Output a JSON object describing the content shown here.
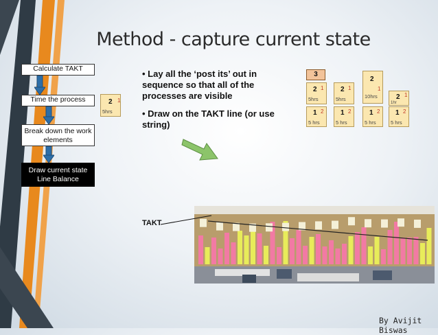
{
  "slide": {
    "title": "Method - capture current state",
    "byline": "By Avijit Biswas"
  },
  "process_steps": [
    {
      "label": "Calculate TAKT"
    },
    {
      "label": "Time the process"
    },
    {
      "label": "Break down the work elements"
    },
    {
      "label": "Draw current state Line Balance"
    }
  ],
  "bullets": [
    "Lay all the ‘post its’ out in sequence so that all of the processes are visible",
    "Draw on the TAKT line (or use string)"
  ],
  "sample_card": {
    "num": "2",
    "tag": "1",
    "hrs": "5hrs"
  },
  "cards": {
    "box3": "3",
    "c1": {
      "num": "2",
      "tag": "1",
      "hrs": "5hrs"
    },
    "c2": {
      "num": "2",
      "tag": "1",
      "hrs": "5hrs"
    },
    "c3": {
      "num": "2",
      "tag": "1",
      "hrs": "10hrs"
    },
    "c4": {
      "num": "2",
      "tag": "1",
      "hrs": "1hr"
    },
    "b1": {
      "num": "1",
      "tag": "2",
      "hrs": "5 hrs"
    },
    "b2": {
      "num": "1",
      "tag": "2",
      "hrs": "5 hrs"
    },
    "b3": {
      "num": "1",
      "tag": "2",
      "hrs": "5 hrs"
    },
    "b4": {
      "num": "1",
      "tag": "2",
      "hrs": "5 hrs"
    }
  },
  "photo": {
    "takt_label": "TAKT"
  },
  "colors": {
    "orange_stripe": "#e8891e",
    "dark_stripe": "#2f3b45",
    "arrow_blue": "#2d6ea8",
    "arrow_green": "#7db85a",
    "postit_pink": "#f27aa4",
    "postit_yellow": "#e8ec5a"
  }
}
